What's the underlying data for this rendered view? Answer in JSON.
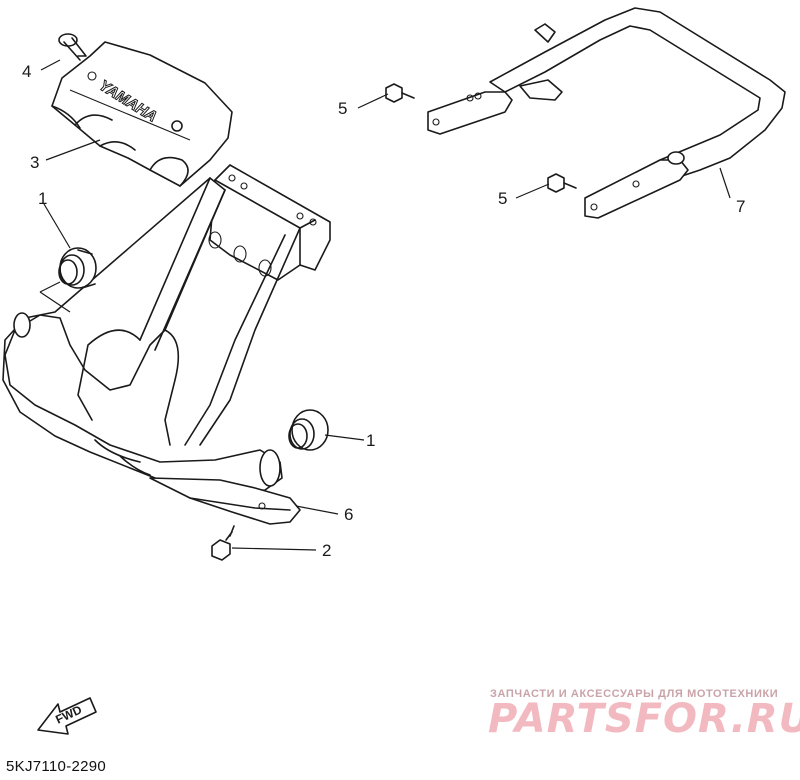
{
  "callouts": {
    "c1a": "1",
    "c1b": "1",
    "c2": "2",
    "c3": "3",
    "c4": "4",
    "c5a": "5",
    "c5b": "5",
    "c6": "6",
    "c7": "7"
  },
  "brand_text": "YAMAHA",
  "fwd_label": "FWD",
  "drawing_code": "5KJ7110-2290",
  "watermark": {
    "tagline": "ЗАПЧАСТИ И АКСЕССУАРЫ ДЛЯ МОТОТЕХНИКИ",
    "logo": "PARTSFOR.RU"
  }
}
